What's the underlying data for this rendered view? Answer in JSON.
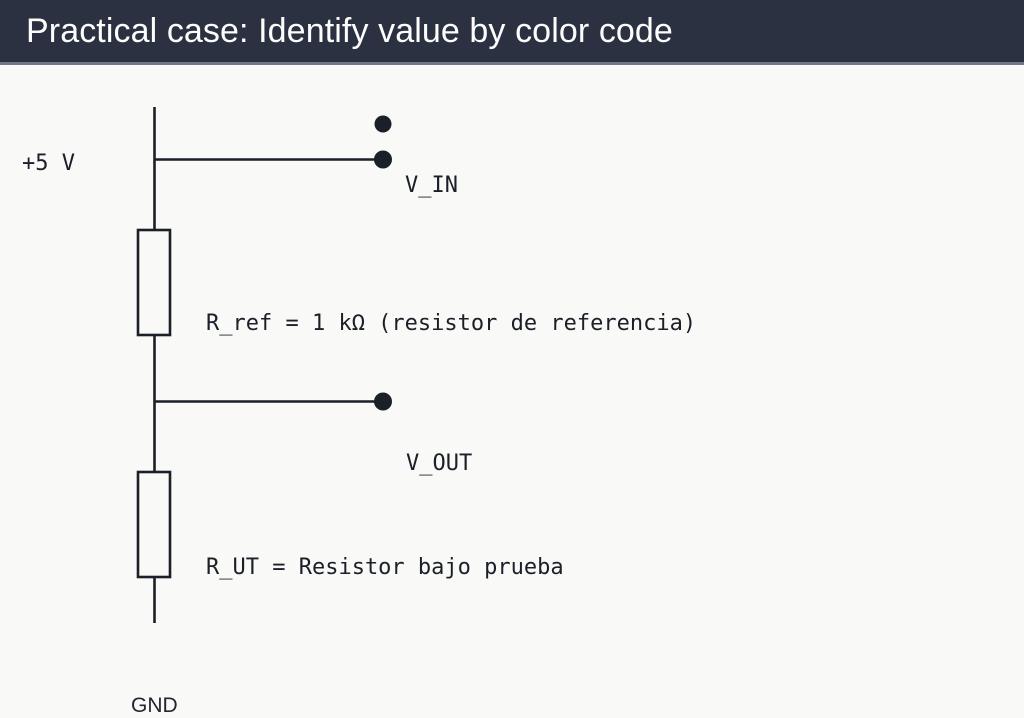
{
  "slide": {
    "title": "Practical case: Identify value by color code",
    "background_color": "#f9f9f7",
    "title_bar_color": "#2b3140",
    "title_text_color": "#fdfdfd",
    "title_underline_color": "#6e7888"
  },
  "circuit": {
    "ink_color": "#1b1f27",
    "supply_label": "+5 V",
    "ground_label": "GND",
    "nodes": [
      {
        "name": "V_IN",
        "label": "V_IN"
      },
      {
        "name": "V_OUT",
        "label": "V_OUT"
      }
    ],
    "components": [
      {
        "name": "R_ref",
        "annotation": "R_ref = 1 kΩ (resistor de referencia)",
        "value": "1 kΩ",
        "description": "resistor de referencia"
      },
      {
        "name": "R_UT",
        "annotation": "R_UT = Resistor bajo prueba",
        "value": "",
        "description": "Resistor bajo prueba"
      }
    ]
  }
}
